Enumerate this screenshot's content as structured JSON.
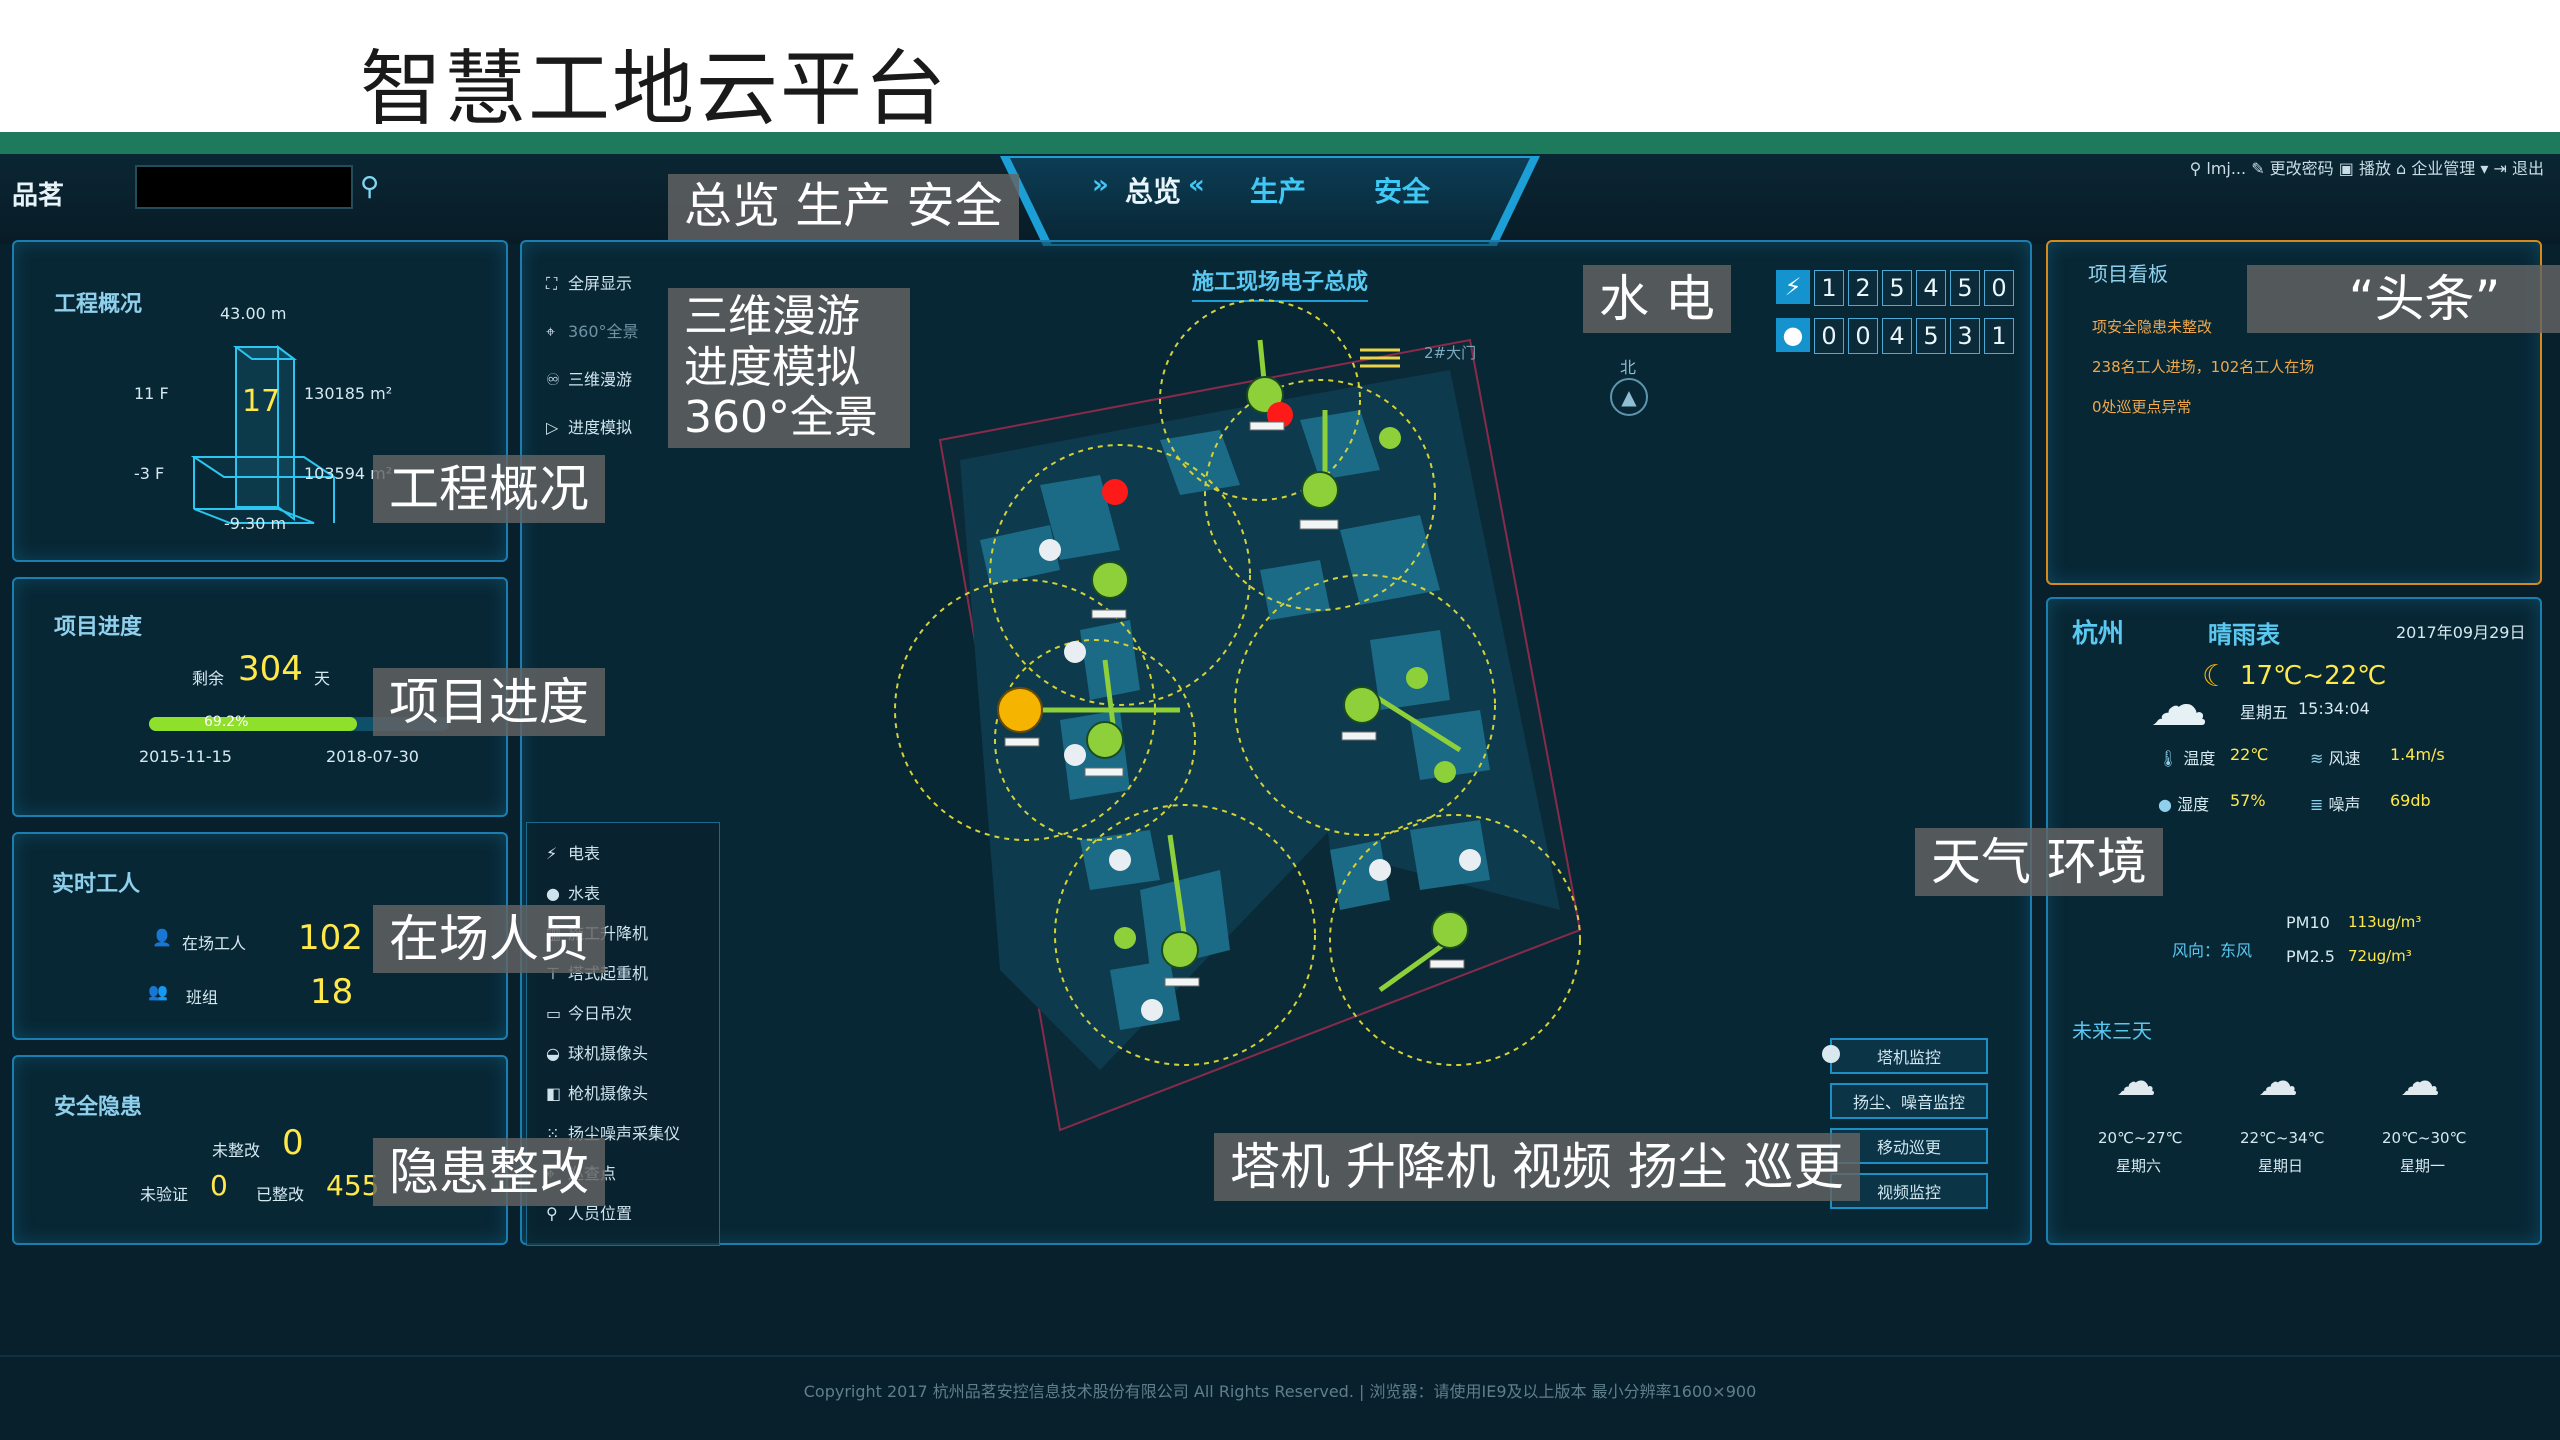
{
  "slide_title": "智慧工地云平台",
  "header": {
    "brand": "品茗",
    "nav": [
      "总览",
      "生产",
      "安全"
    ],
    "nav_arrows": [
      "»",
      "«"
    ],
    "user_menu": "⚲ lmj...  ✎ 更改密码  ▣ 播放  ⌂ 企业管理 ▾  ⇥ 退出"
  },
  "engineering": {
    "title": "工程概况",
    "height_top": "43.00 m",
    "floors_above": "11 F",
    "floors_below": "-3 F",
    "building_count": "17",
    "area_above": "130185 m²",
    "area_below": "103594 m²",
    "depth": "-9.30 m"
  },
  "progress": {
    "title": "项目进度",
    "remaining_label": "剩余",
    "remaining_days": "304",
    "days_unit": "天",
    "percent_label": "69.2%",
    "percent_value": 0.692,
    "start_date": "2015-11-15",
    "end_date": "2018-07-30"
  },
  "workers": {
    "title": "实时工人",
    "on_site_label": "在场工人",
    "on_site_value": "102",
    "teams_label": "班组",
    "teams_value": "18"
  },
  "hazards": {
    "title": "安全隐患",
    "unrectified_label": "未整改",
    "unrectified_value": "0",
    "unverified_label": "未验证",
    "unverified_value": "0",
    "rectified_label": "已整改",
    "rectified_value": "455"
  },
  "view_controls": [
    "全屏显示",
    "360°全景",
    "三维漫游",
    "进度模拟"
  ],
  "legend": [
    "电表",
    "水表",
    "施工升降机",
    "塔式起重机",
    "今日吊次",
    "球机摄像头",
    "枪机摄像头",
    "扬尘噪声采集仪",
    "巡查点",
    "人员位置"
  ],
  "map": {
    "title": "施工现场电子总成",
    "gate_label": "2#大门",
    "compass": "北"
  },
  "meters": {
    "electric_digits": [
      "1",
      "2",
      "5",
      "4",
      "5",
      "0"
    ],
    "water_digits": [
      "0",
      "0",
      "4",
      "5",
      "3",
      "1"
    ]
  },
  "monitor_buttons": [
    "塔机监控",
    "扬尘、噪音监控",
    "移动巡更",
    "视频监控"
  ],
  "news": {
    "title": "项目看板",
    "items": [
      "项安全隐患未整改",
      "238名工人进场，102名工人在场",
      "0处巡更点异常"
    ]
  },
  "weather": {
    "city": "杭州",
    "board": "晴雨表",
    "date": "2017年09月29日",
    "temp_range": "17℃~22℃",
    "weekday": "星期五",
    "time": "15:34:04",
    "temp_label": "温度",
    "temp_value": "22℃",
    "wind_label": "风速",
    "wind_value": "1.4m/s",
    "humidity_label": "湿度",
    "humidity_value": "57%",
    "noise_label": "噪声",
    "noise_value": "69db",
    "pm10_label": "PM10",
    "pm10_value": "113ug/m³",
    "pm25_label": "PM2.5",
    "pm25_value": "72ug/m³",
    "wind_dir": "风向：东风",
    "forecast_title": "未来三天",
    "forecast": [
      {
        "temp": "20℃~27℃",
        "day": "星期六"
      },
      {
        "temp": "22℃~34℃",
        "day": "星期日"
      },
      {
        "temp": "20℃~30℃",
        "day": "星期一"
      }
    ]
  },
  "annotations": {
    "overview": "总览 生产 安全",
    "tour": "三维漫游\n进度模拟\n360°全景",
    "eng": "工程概况",
    "progress": "项目进度",
    "workers": "在场人员",
    "hazard": "隐患整改",
    "water_power": "水 电",
    "headline": "“头条”",
    "weather": "天气 环境",
    "monitor": "塔机 升降机 视频 扬尘 巡更"
  },
  "footer": "Copyright 2017 杭州品茗安控信息技术股份有限公司 All Rights Reserved. | 浏览器：请使用IE9及以上版本 最小分辨率1600×900"
}
